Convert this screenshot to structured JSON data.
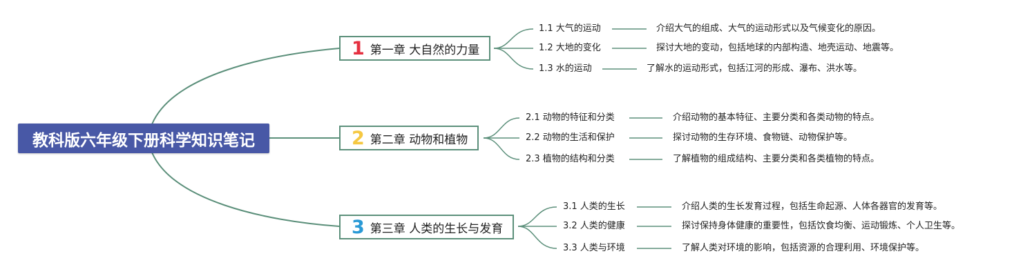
{
  "root": {
    "title": "教科版六年级下册科学知识笔记"
  },
  "colors": {
    "root_bg": "#4858a6",
    "line": "#5b8f7a",
    "num1": "#e53040",
    "num2": "#f5c842",
    "num3": "#2a9ad6"
  },
  "chapters": [
    {
      "num": "1",
      "title": "第一章 大自然的力量",
      "sections": [
        {
          "label": "1.1 大气的运动",
          "desc": "介绍大气的组成、大气的运动形式以及气候变化的原因。"
        },
        {
          "label": "1.2 大地的变化",
          "desc": "探讨大地的变动，包括地球的内部构造、地壳运动、地震等。"
        },
        {
          "label": "1.3 水的运动",
          "desc": "了解水的运动形式，包括江河的形成、瀑布、洪水等。"
        }
      ]
    },
    {
      "num": "2",
      "title": "第二章 动物和植物",
      "sections": [
        {
          "label": "2.1 动物的特征和分类",
          "desc": "介绍动物的基本特征、主要分类和各类动物的特点。"
        },
        {
          "label": "2.2 动物的生活和保护",
          "desc": "探讨动物的生存环境、食物链、动物保护等。"
        },
        {
          "label": "2.3 植物的结构和分类",
          "desc": "了解植物的组成结构、主要分类和各类植物的特点。"
        }
      ]
    },
    {
      "num": "3",
      "title": "第三章 人类的生长与发育",
      "sections": [
        {
          "label": "3.1 人类的生长",
          "desc": "介绍人类的生长发育过程，包括生命起源、人体各器官的发育等。"
        },
        {
          "label": "3.2 人类的健康",
          "desc": "探讨保持身体健康的重要性，包括饮食均衡、运动锻炼、个人卫生等。"
        },
        {
          "label": "3.3 人类与环境",
          "desc": "了解人类对环境的影响，包括资源的合理利用、环境保护等。"
        }
      ]
    }
  ]
}
